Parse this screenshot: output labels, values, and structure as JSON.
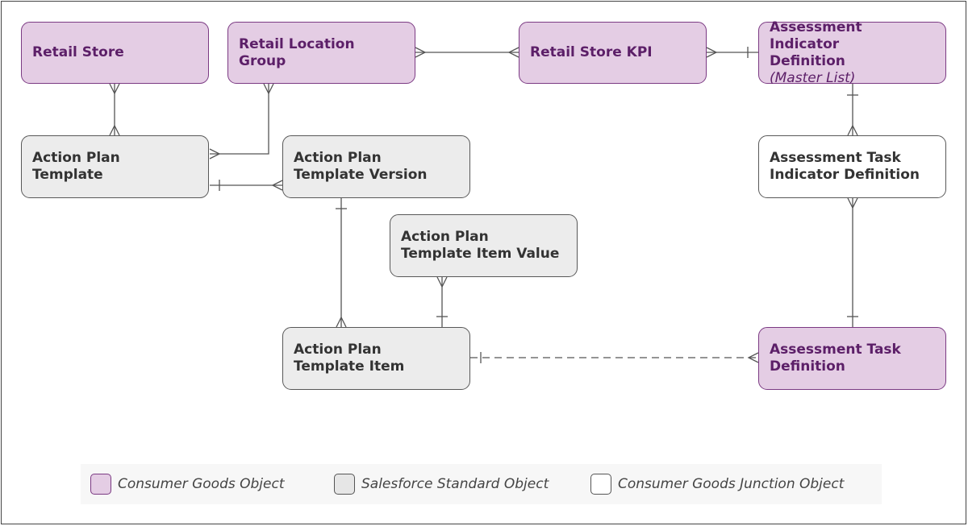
{
  "colors": {
    "consumer_goods_fill": "#e4cde4",
    "consumer_goods_border": "#7b3a83",
    "consumer_goods_text": "#5c1f68",
    "standard_fill": "#ececec",
    "junction_fill": "#ffffff",
    "line": "#555555"
  },
  "nodes": {
    "retail_store": {
      "line1": "Retail Store"
    },
    "retail_location_group": {
      "line1": "Retail Location",
      "line2": "Group"
    },
    "retail_store_kpi": {
      "line1": "Retail Store KPI"
    },
    "assessment_indicator_definition": {
      "line1": "Assessment Indicator",
      "line2": "Definition",
      "note": "(Master List)"
    },
    "action_plan_template": {
      "line1": "Action Plan",
      "line2": "Template"
    },
    "action_plan_template_version": {
      "line1": "Action Plan",
      "line2": "Template Version"
    },
    "assessment_task_indicator_definition": {
      "line1": "Assessment Task",
      "line2": "Indicator Definition"
    },
    "action_plan_template_item_value": {
      "line1": "Action Plan",
      "line2": "Template Item Value"
    },
    "action_plan_template_item": {
      "line1": "Action Plan",
      "line2": "Template Item"
    },
    "assessment_task_definition": {
      "line1": "Assessment Task",
      "line2": "Definition"
    }
  },
  "legend": {
    "consumer_goods": "Consumer Goods Object",
    "salesforce_standard": "Salesforce Standard Object",
    "consumer_goods_junction": "Consumer Goods Junction Object"
  }
}
